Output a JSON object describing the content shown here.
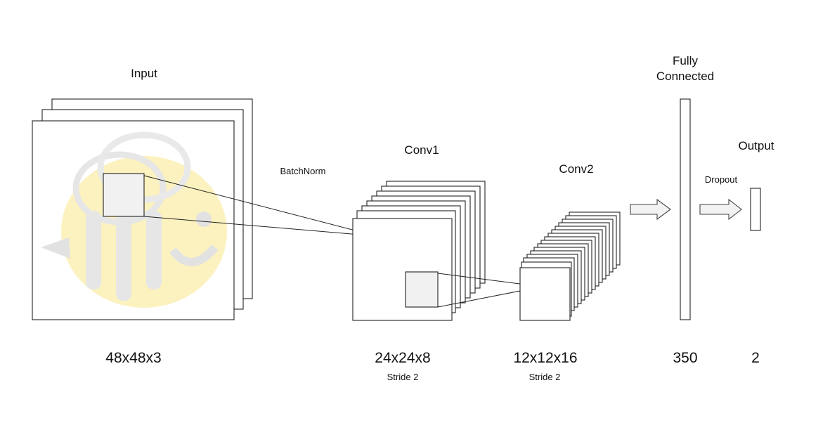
{
  "layers": {
    "input": {
      "label": "Input",
      "dim": "48x48x3"
    },
    "batchnorm": {
      "label": "BatchNorm"
    },
    "conv1": {
      "label": "Conv1",
      "dim": "24x24x8",
      "stride": "Stride 2"
    },
    "conv2": {
      "label": "Conv2",
      "dim": "12x12x16",
      "stride": "Stride 2"
    },
    "fc": {
      "label_line1": "Fully",
      "label_line2": "Connected",
      "dim": "350"
    },
    "dropout": {
      "label": "Dropout"
    },
    "output": {
      "label": "Output",
      "dim": "2"
    }
  },
  "colors": {
    "stroke": "#222222",
    "patch_fill": "#f1f1f1",
    "logo_yellow": "#fbf0b4",
    "logo_gray": "#dddddd",
    "arrow_fill": "#f2f2f2"
  },
  "icons": {
    "input_image": "bee-logo"
  }
}
